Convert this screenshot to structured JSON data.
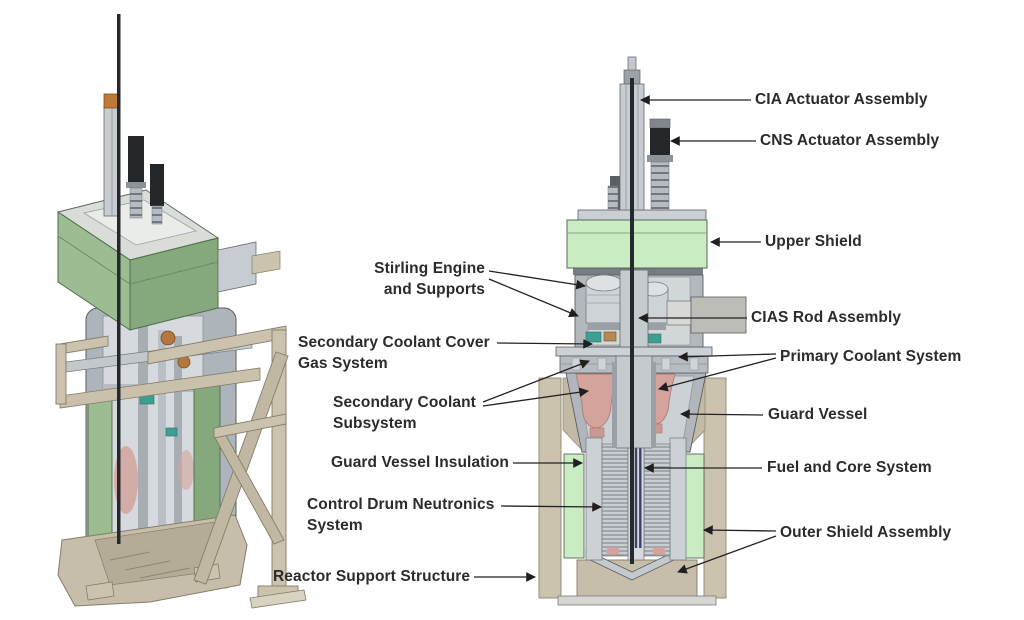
{
  "labels": {
    "cia": {
      "text": "CIA Actuator Assembly"
    },
    "cns": {
      "text": "CNS Actuator Assembly"
    },
    "upper_shield": {
      "text": "Upper Shield"
    },
    "stirling": {
      "line1": "Stirling Engine",
      "line2": "and Supports"
    },
    "cias": {
      "text": "CIAS Rod Assembly"
    },
    "sec_cover": {
      "line1": "Secondary Coolant Cover",
      "line2": "Gas System"
    },
    "primary": {
      "text": "Primary Coolant System"
    },
    "sec_sub": {
      "line1": "Secondary Coolant",
      "line2": "Subsystem"
    },
    "guard_vessel": {
      "text": "Guard Vessel"
    },
    "guard_insul": {
      "text": "Guard Vessel Insulation"
    },
    "fuel_core": {
      "text": "Fuel and Core System"
    },
    "control_drum": {
      "line1": "Control Drum Neutronics",
      "line2": "System"
    },
    "outer_shield": {
      "text": "Outer Shield Assembly"
    },
    "reactor_support": {
      "text": "Reactor Support Structure"
    }
  },
  "colors": {
    "background": "#ffffff",
    "shield_green": "#c9ecc3",
    "iso_shield_green_light": "#9cbd92",
    "iso_shield_green_dark": "#85a87c",
    "coolant_vessel_pink": "#d3a39c",
    "structure_tan": "#cbc3ad",
    "metal_light": "#ccd1d5",
    "metal_mid": "#aeb5ba",
    "metal_dark": "#70777d",
    "actuator_orange": "#c07a35",
    "teal_accent": "#3f9e92",
    "fuel_pin_blue": "#3a4166",
    "leader_line": "#222222",
    "label_text": "#2b2b2b"
  }
}
